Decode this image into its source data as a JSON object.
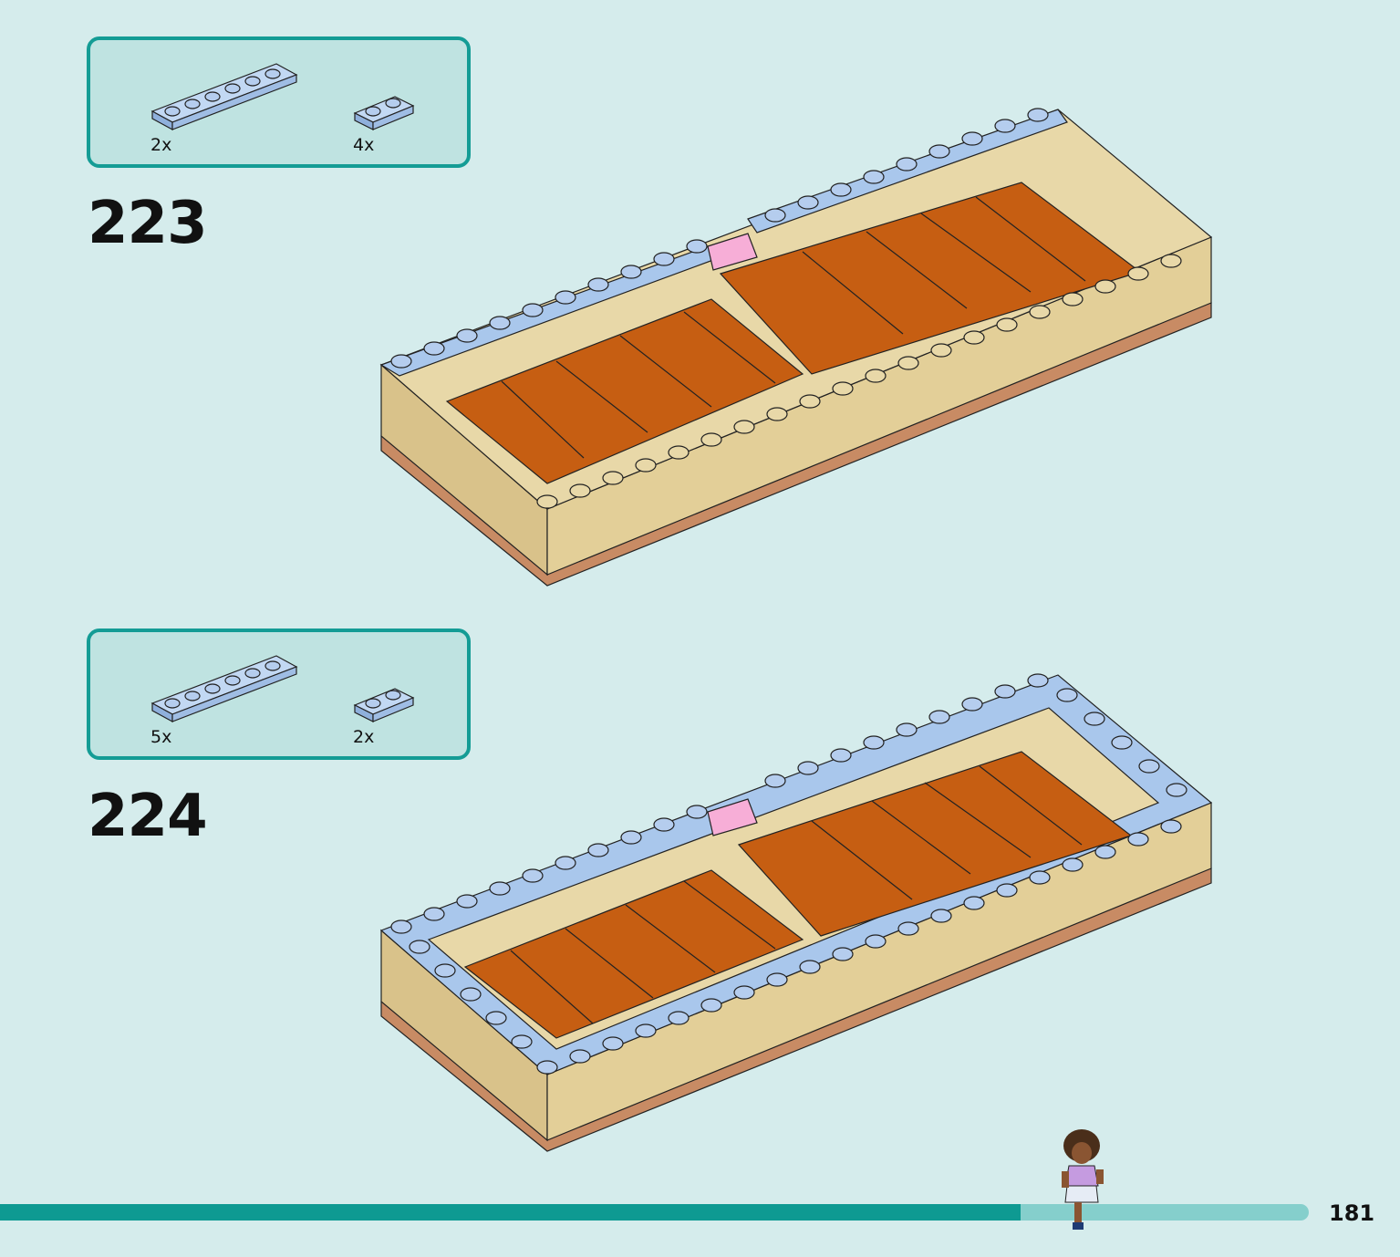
{
  "steps": [
    {
      "number": "223",
      "parts": [
        {
          "kind": "plate-1x6",
          "color": "#a9c7ec",
          "qty": "2x"
        },
        {
          "kind": "plate-1x2",
          "color": "#a9c7ec",
          "qty": "4x"
        }
      ]
    },
    {
      "number": "224",
      "parts": [
        {
          "kind": "plate-1x6",
          "color": "#a9c7ec",
          "qty": "5x"
        },
        {
          "kind": "plate-1x2",
          "color": "#a9c7ec",
          "qty": "2x"
        }
      ]
    }
  ],
  "progress": {
    "fraction": 0.78
  },
  "page_number": "181",
  "colors": {
    "teal": "#149c95",
    "tan": "#e3cf98",
    "orange": "#c65e12",
    "light_blue": "#a9c7ec",
    "pink": "#f7aed7",
    "brown_base": "#c88b64"
  }
}
